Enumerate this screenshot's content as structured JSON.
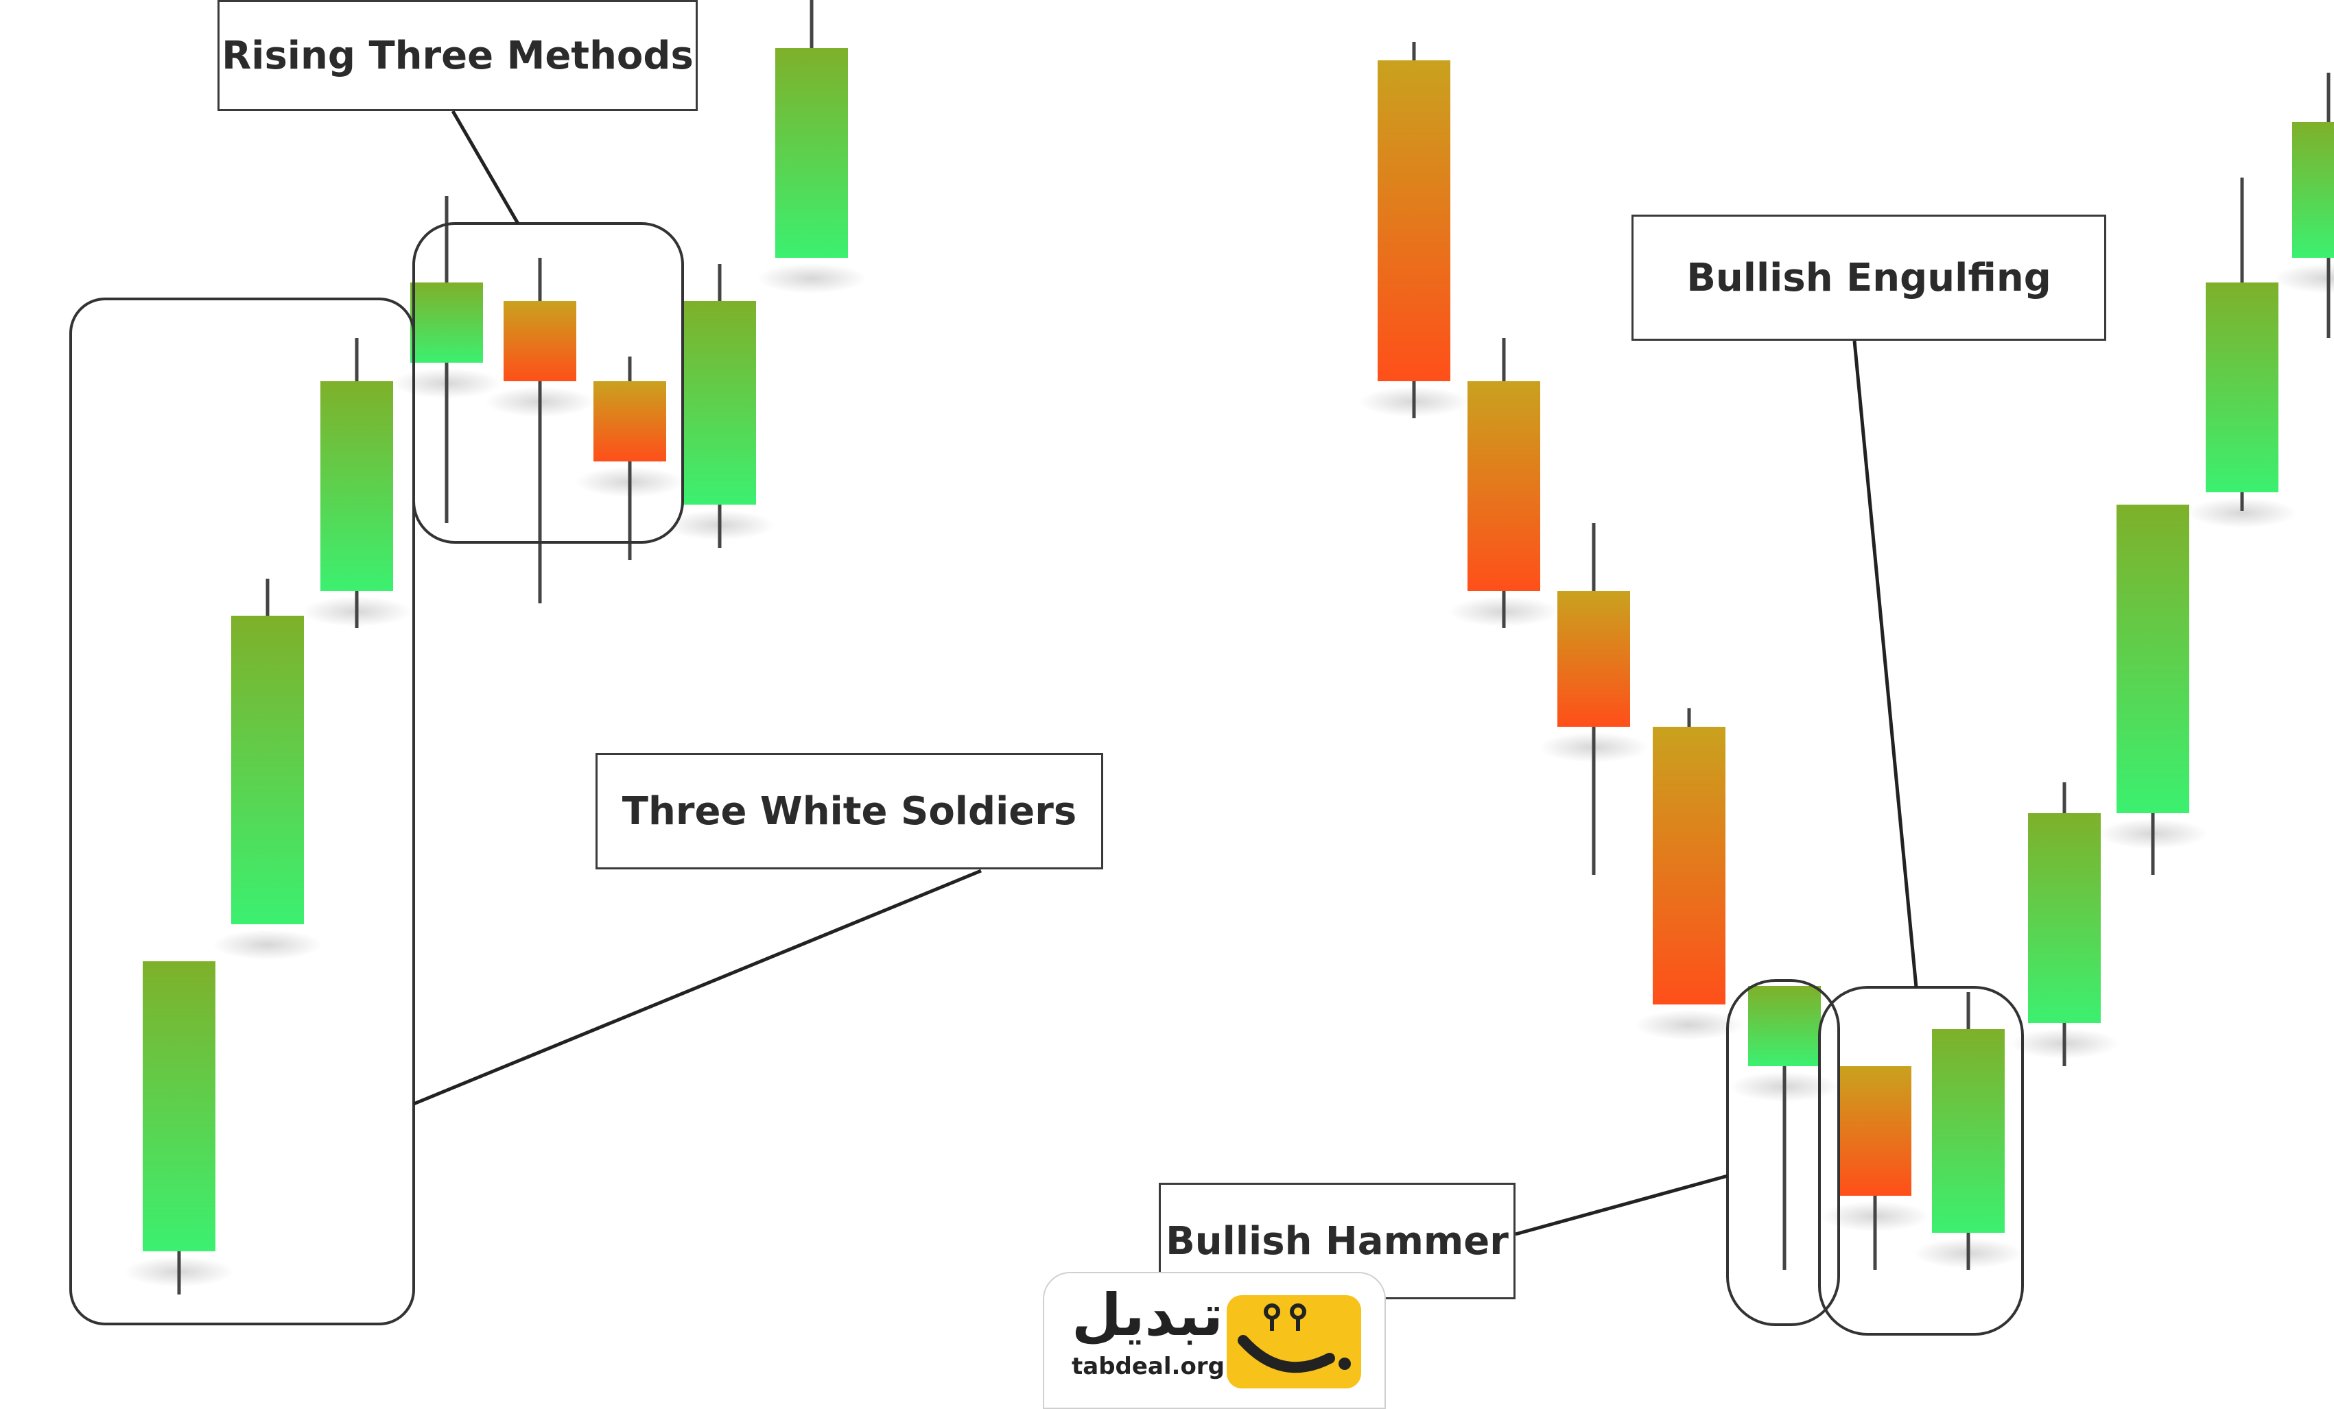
{
  "labels": {
    "rising_three_methods": "Rising Three Methods",
    "three_white_soldiers": "Three White Soldiers",
    "bullish_engulfing": "Bullish Engulfing",
    "bullish_hammer": "Bullish Hammer"
  },
  "logo": {
    "text_fa": "تبدیل",
    "text_en": "tabdeal.org",
    "brand_color": "#f7c21a"
  },
  "colors": {
    "bullish_top": "#7fb02a",
    "bullish_bottom": "#3cf070",
    "bearish_top": "#c9a21e",
    "bearish_bottom": "#ff4f1a",
    "wick": "#444444",
    "outline": "#333333"
  },
  "candles": [
    {
      "group": "three-white-soldiers",
      "dir": "up",
      "open": 1.5,
      "close": 6.2,
      "high": 6.2,
      "low": 0.8
    },
    {
      "group": "three-white-soldiers",
      "dir": "up",
      "open": 6.8,
      "close": 11.8,
      "high": 12.4,
      "low": 6.8
    },
    {
      "group": "three-white-soldiers",
      "dir": "up",
      "open": 12.2,
      "close": 15.6,
      "high": 16.3,
      "low": 11.6
    },
    {
      "group": "rising-three-methods",
      "dir": "up",
      "open": 15.9,
      "close": 17.2,
      "high": 18.6,
      "low": 13.3
    },
    {
      "group": "rising-three-methods",
      "dir": "down",
      "open": 16.9,
      "close": 15.6,
      "high": 17.6,
      "low": 12.0
    },
    {
      "group": "rising-three-methods",
      "dir": "down",
      "open": 15.6,
      "close": 14.3,
      "high": 16.0,
      "low": 12.7
    },
    {
      "group": "none",
      "dir": "up",
      "open": 13.6,
      "close": 16.9,
      "high": 17.5,
      "low": 12.9
    },
    {
      "group": "none",
      "dir": "up",
      "open": 17.6,
      "close": 21.0,
      "high": 21.8,
      "low": 17.6
    },
    {
      "group": "none",
      "dir": "down",
      "open": 20.8,
      "close": 15.6,
      "high": 21.1,
      "low": 15.0
    },
    {
      "group": "none",
      "dir": "down",
      "open": 15.6,
      "close": 12.2,
      "high": 16.3,
      "low": 11.6
    },
    {
      "group": "none",
      "dir": "down",
      "open": 12.2,
      "close": 10.0,
      "high": 13.3,
      "low": 7.6
    },
    {
      "group": "none",
      "dir": "down",
      "open": 10.0,
      "close": 5.5,
      "high": 10.3,
      "low": 5.5
    },
    {
      "group": "bullish-hammer",
      "dir": "up",
      "open": 4.5,
      "close": 5.8,
      "high": 5.8,
      "low": 1.2
    },
    {
      "group": "bullish-engulfing",
      "dir": "down",
      "open": 4.5,
      "close": 2.4,
      "high": 4.5,
      "low": 1.2
    },
    {
      "group": "bullish-engulfing",
      "dir": "up",
      "open": 1.8,
      "close": 5.1,
      "high": 5.7,
      "low": 1.2
    },
    {
      "group": "none",
      "dir": "up",
      "open": 5.2,
      "close": 8.6,
      "high": 9.1,
      "low": 4.5
    },
    {
      "group": "none",
      "dir": "up",
      "open": 8.6,
      "close": 13.6,
      "high": 13.6,
      "low": 7.6
    },
    {
      "group": "none",
      "dir": "up",
      "open": 13.8,
      "close": 17.2,
      "high": 18.9,
      "low": 13.5
    },
    {
      "group": "none",
      "dir": "up",
      "open": 17.6,
      "close": 19.8,
      "high": 20.6,
      "low": 16.3
    }
  ]
}
